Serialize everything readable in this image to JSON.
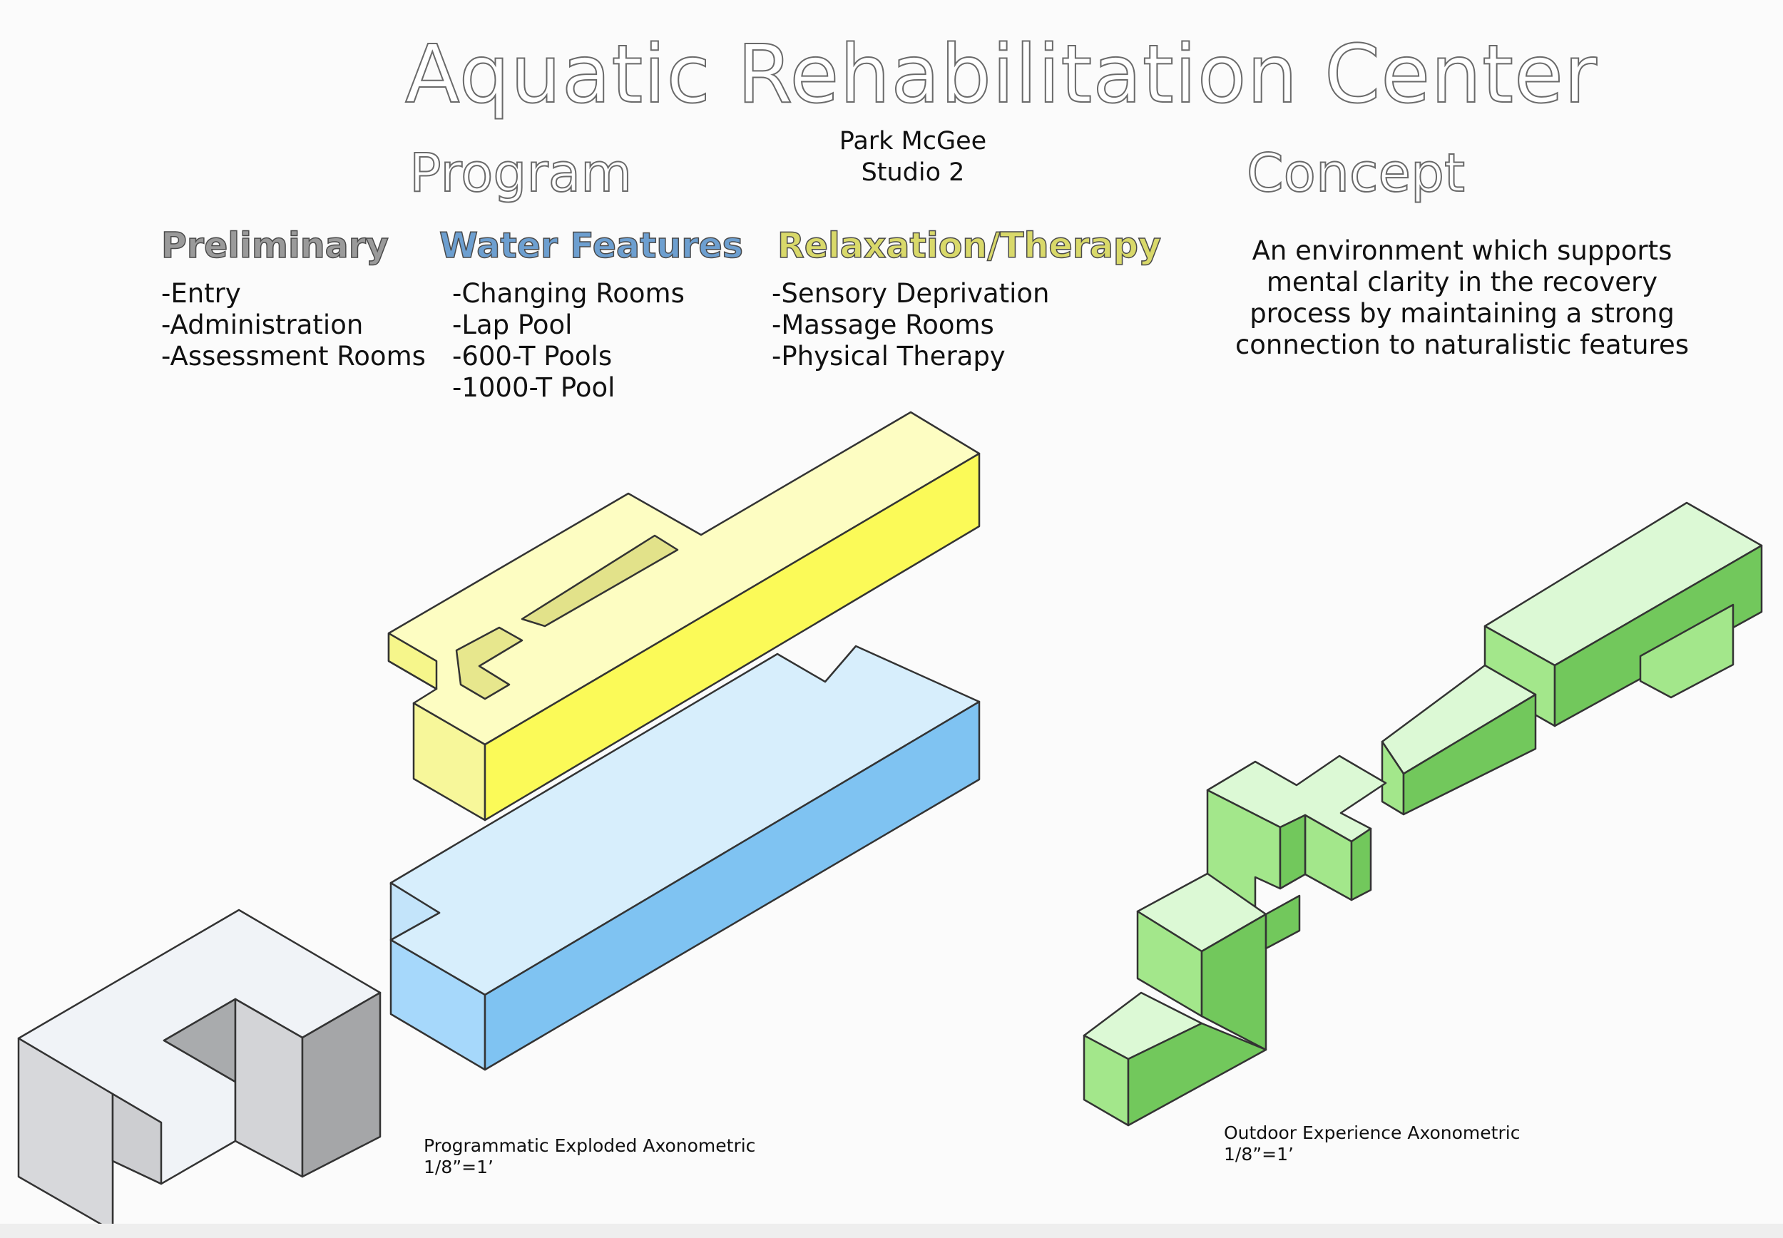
{
  "header": {
    "title": "Aquatic Rehabilitation Center",
    "author_name": "Park McGee",
    "studio": "Studio 2"
  },
  "program": {
    "heading": "Program",
    "columns": [
      {
        "title": "Preliminary",
        "items": [
          "-Entry",
          "-Administration",
          "-Assessment Rooms"
        ]
      },
      {
        "title": "Water Features",
        "items": [
          "-Changing Rooms",
          "-Lap Pool",
          "-600-T Pools",
          "-1000-T Pool"
        ]
      },
      {
        "title": "Relaxation/Therapy",
        "items": [
          "-Sensory Deprivation",
          "-Massage Rooms",
          "-Physical Therapy"
        ]
      }
    ]
  },
  "concept": {
    "heading": "Concept",
    "text": "An environment which supports mental clarity in the recovery process by maintaining a strong connection to naturalistic features"
  },
  "captions": {
    "programmatic": {
      "title": "Programmatic Exploded Axonometric",
      "scale": "1/8”=1’"
    },
    "outdoor": {
      "title": "Outdoor Experience Axonometric",
      "scale": "1/8”=1’"
    }
  },
  "colors": {
    "preliminary": "#d0d1d4",
    "water": "#7fc3f2",
    "relaxation": "#fbfa58",
    "outdoor": "#72c85c"
  }
}
